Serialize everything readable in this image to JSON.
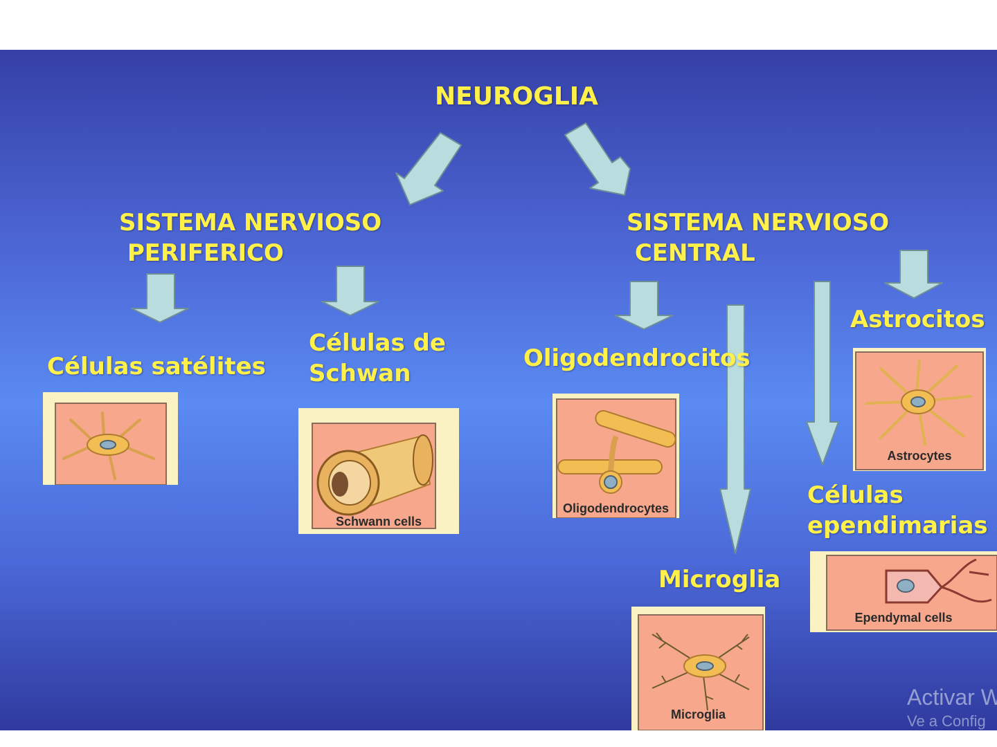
{
  "diagram": {
    "title": "NEUROGLIA",
    "branches": {
      "peripheral": "SISTEMA NERVIOSO\n PERIFERICO",
      "central": "SISTEMA NERVIOSO\n CENTRAL"
    },
    "cells": {
      "satellite": {
        "label": "Células satélites",
        "image_caption": ""
      },
      "schwann": {
        "label": "Células de\nSchwan",
        "image_caption": "Schwann cells"
      },
      "oligodendrocytes": {
        "label": "Oligodendrocitos",
        "image_caption": "Oligodendrocytes"
      },
      "astrocytes": {
        "label": "Astrocitos",
        "image_caption": "Astrocytes"
      },
      "ependymal": {
        "label": "Células\nependimarias",
        "image_caption": "Ependymal cells"
      },
      "microglia": {
        "label": "Microglia",
        "image_caption": "Microglia"
      }
    }
  },
  "watermark": {
    "line1": "Activar W",
    "line2": "Ve a Config"
  },
  "colors": {
    "label_yellow": "#fff04a",
    "arrow_fill": "#b9dcdf",
    "image_bg": "#f7a88c",
    "image_frame": "#fbf2c4",
    "cell_body": "#f2be54",
    "nucleus": "#8fb0c4"
  }
}
